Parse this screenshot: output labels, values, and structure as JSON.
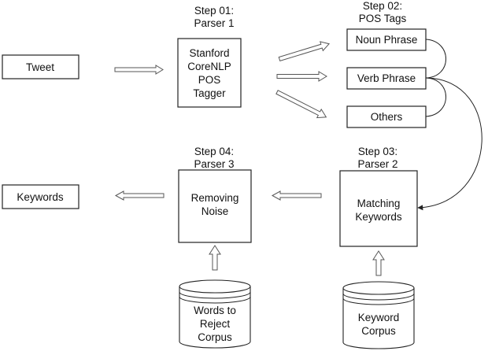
{
  "steps": {
    "step1": [
      "Step 01:",
      "Parser 1"
    ],
    "step2": [
      "Step 02:",
      "POS Tags"
    ],
    "step3": [
      "Step 03:",
      "Parser 2"
    ],
    "step4": [
      "Step 04:",
      "Parser 3"
    ]
  },
  "boxes": {
    "tweet": "Tweet",
    "tagger": [
      "Stanford",
      "CoreNLP",
      "POS",
      "Tagger"
    ],
    "noun_phrase": "Noun Phrase",
    "verb_phrase": "Verb Phrase",
    "others": "Others",
    "matching": [
      "Matching",
      "Keywords"
    ],
    "removing": [
      "Removing",
      "Noise"
    ],
    "keywords": "Keywords"
  },
  "databases": {
    "keyword_corpus": [
      "Keyword",
      "Corpus"
    ],
    "reject_corpus": [
      "Words to",
      "Reject",
      "Corpus"
    ]
  }
}
